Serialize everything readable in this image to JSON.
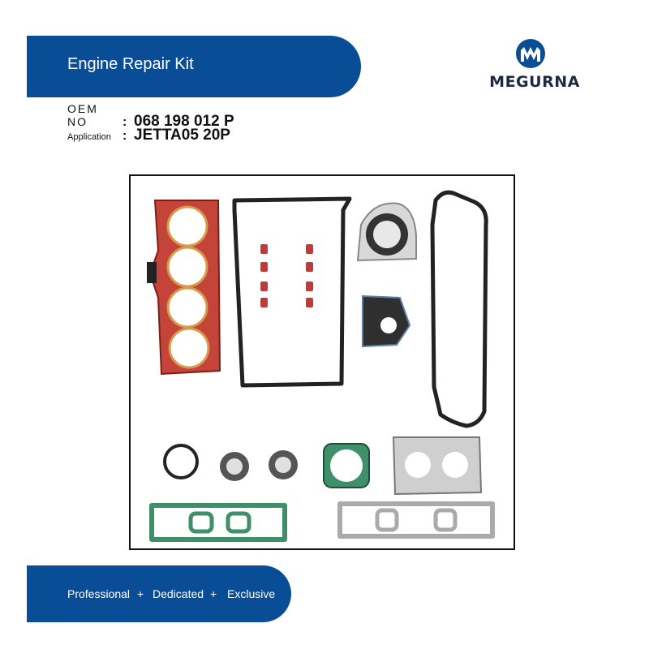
{
  "header": {
    "title": "Engine Repair Kit"
  },
  "brand": {
    "name": "MEGURNA",
    "color": "#0a4d97",
    "icon": "megurna-logo-icon"
  },
  "info": {
    "oem_label": "OEM NO",
    "oem_value": "068 198 012 P",
    "application_label": "Application",
    "application_value": "JETTA05 20P",
    "separator": ":"
  },
  "product_image": {
    "parts": [
      "cylinder-head-gasket",
      "oil-pan-gasket",
      "valve-stem-seals",
      "crankshaft-rear-seal",
      "flange-gasket",
      "valve-cover-gasket",
      "o-ring",
      "oil-seal",
      "throttle-body-gasket",
      "exhaust-flange-gasket",
      "intake-manifold-gasket",
      "exhaust-manifold-gasket"
    ],
    "colors": {
      "head_gasket": "#c4443a",
      "seals": "#c03a3a",
      "green_gaskets": "#3e8f6a",
      "metal": "#b4b4b4",
      "frame": "#111111"
    }
  },
  "footer": {
    "slogan_1": "Professional",
    "slogan_2": "Dedicated",
    "slogan_3": "Exclusive",
    "separator": "+"
  }
}
